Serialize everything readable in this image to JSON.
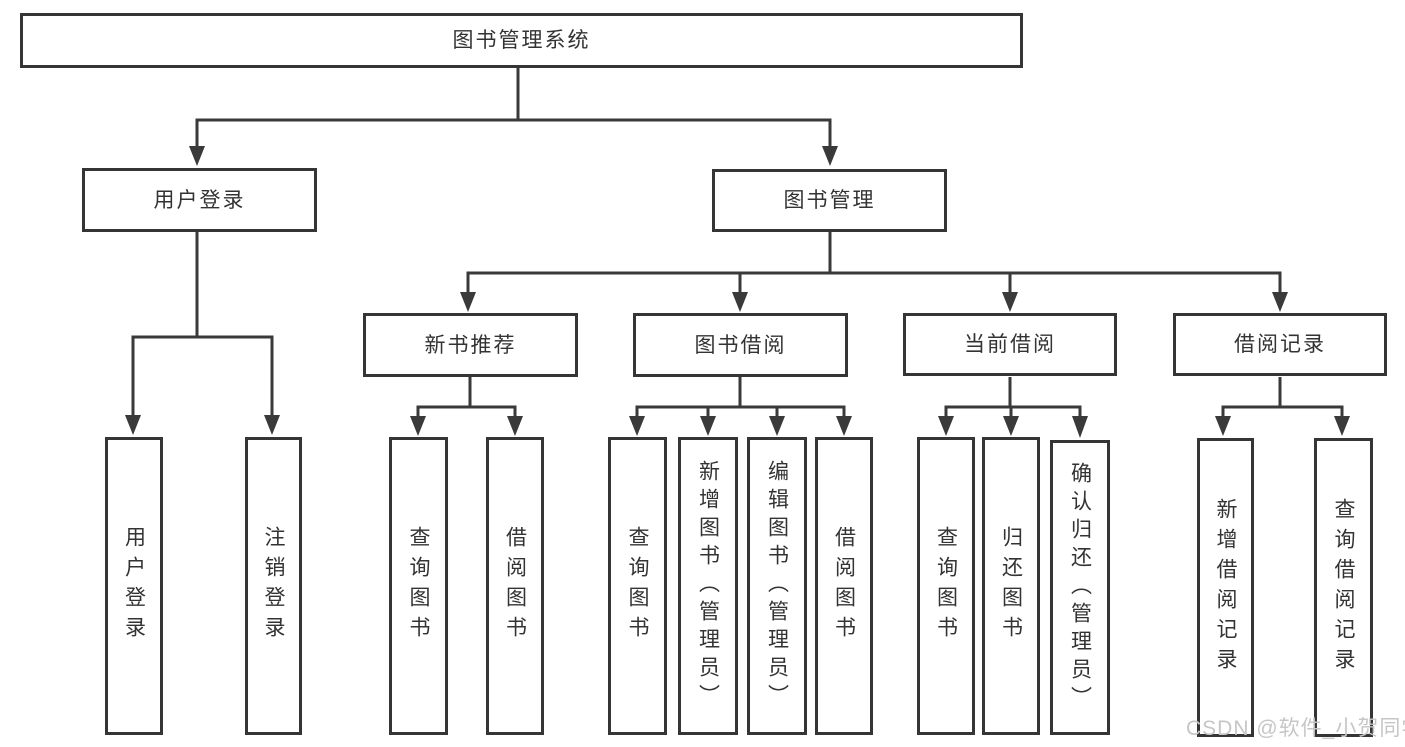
{
  "diagram": {
    "root": {
      "label": "图书管理系统"
    },
    "branches": [
      {
        "label": "用户登录",
        "children": [
          {
            "label": "用户登录"
          },
          {
            "label": "注销登录"
          }
        ]
      },
      {
        "label": "图书管理",
        "children": [
          {
            "label": "新书推荐",
            "children": [
              {
                "label": "查询图书"
              },
              {
                "label": "借阅图书"
              }
            ]
          },
          {
            "label": "图书借阅",
            "children": [
              {
                "label": "查询图书"
              },
              {
                "label": "新增图书（管理员）"
              },
              {
                "label": "编辑图书（管理员）"
              },
              {
                "label": "借阅图书"
              }
            ]
          },
          {
            "label": "当前借阅",
            "children": [
              {
                "label": "查询图书"
              },
              {
                "label": "归还图书"
              },
              {
                "label": "确认归还（管理员）"
              }
            ]
          },
          {
            "label": "借阅记录",
            "children": [
              {
                "label": "新增借阅记录"
              },
              {
                "label": "查询借阅记录"
              }
            ]
          }
        ]
      }
    ]
  },
  "watermark": {
    "text": "CSDN @软件_小贺同学"
  },
  "colors": {
    "line": "#3a3a3a",
    "box_border": "#353535",
    "text": "#333333",
    "watermark": "#c6c6c6",
    "background": "#ffffff"
  }
}
